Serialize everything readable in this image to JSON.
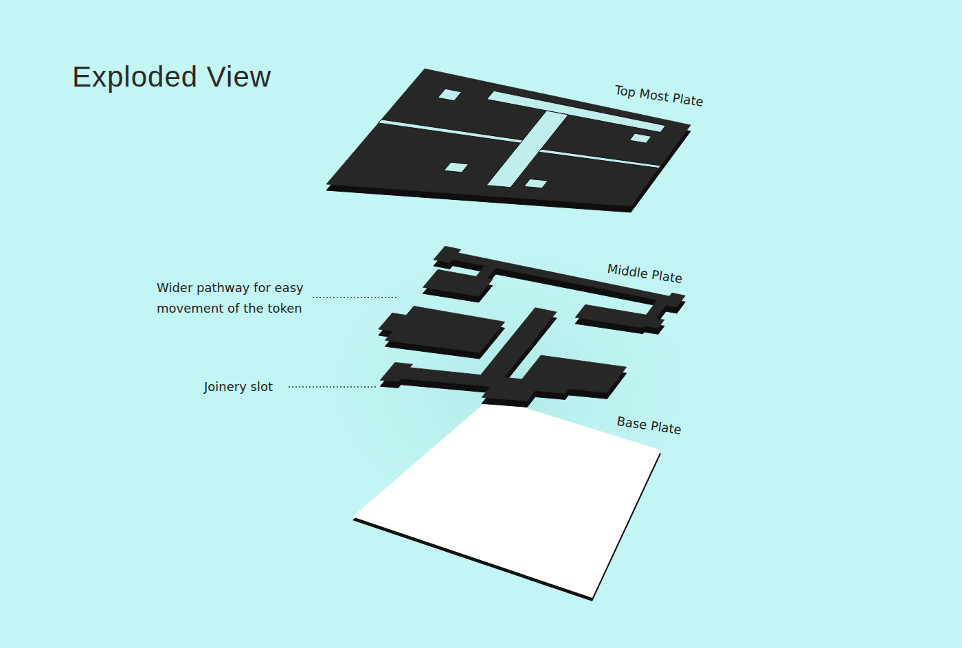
{
  "diagram": {
    "title": "Exploded View",
    "labels": [
      "Top Most Plate",
      "Middle Plate",
      "Wider pathway for easy movement of the token",
      "Joinery slot",
      "Base Plate"
    ]
  }
}
